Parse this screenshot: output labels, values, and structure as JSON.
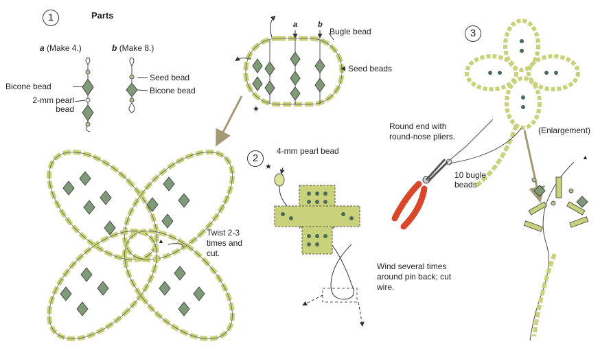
{
  "steps": {
    "one": "1",
    "two": "2",
    "three": "3"
  },
  "parts": {
    "title": "Parts",
    "a_letter": "a",
    "a_note": "(Make 4.)",
    "b_letter": "b",
    "b_note": "(Make 8.)",
    "bicone_left": "Bicone bead",
    "pearl_2mm": "2-mm pearl bead",
    "seed_bead": "Seed bead",
    "bicone_right": "Bicone bead"
  },
  "loop": {
    "label_a": "a",
    "label_b": "b",
    "bugle": "Bugle bead",
    "seeds": "Seed beads"
  },
  "twist": "Twist 2-3 times and cut.",
  "pearl_4mm": "4-mm pearl bead",
  "wind": "Wind several times around pin back; cut wire.",
  "round_end": "Round end with round-nose pliers.",
  "ten_bugle": "10 bugle beads",
  "enlargement": "(Enlargement)",
  "colors": {
    "bead_green": "#c9d27a",
    "bicone_green": "#7f9a76",
    "arrow": "#a39a75",
    "plier_red": "#d9472b",
    "wire": "#444444"
  }
}
